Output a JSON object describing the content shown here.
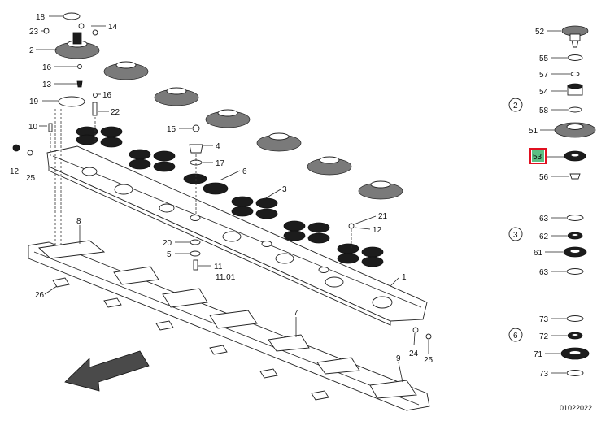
{
  "callouts_left": [
    "18",
    "14",
    "23",
    "2",
    "16",
    "13",
    "19",
    "22",
    "10",
    "12",
    "25",
    "15",
    "4",
    "17",
    "6",
    "3",
    "21",
    "8",
    "20",
    "5",
    "11",
    "11.01",
    "1",
    "26",
    "7",
    "24",
    "9"
  ],
  "label_16b": "16",
  "label_12b": "12",
  "label_25b": "25",
  "group_2": {
    "badge": "2",
    "parts": [
      "52",
      "55",
      "57",
      "54",
      "58",
      "51",
      "53",
      "56"
    ]
  },
  "group_3": {
    "badge": "3",
    "parts": [
      "63",
      "62",
      "61",
      "63"
    ]
  },
  "group_6": {
    "badge": "6",
    "parts": [
      "73",
      "72",
      "71",
      "73"
    ]
  },
  "highlighted_part": "53",
  "highlight_color": "#5cbf83",
  "highlight_border": "#e01020",
  "drawing_number": "01022022"
}
